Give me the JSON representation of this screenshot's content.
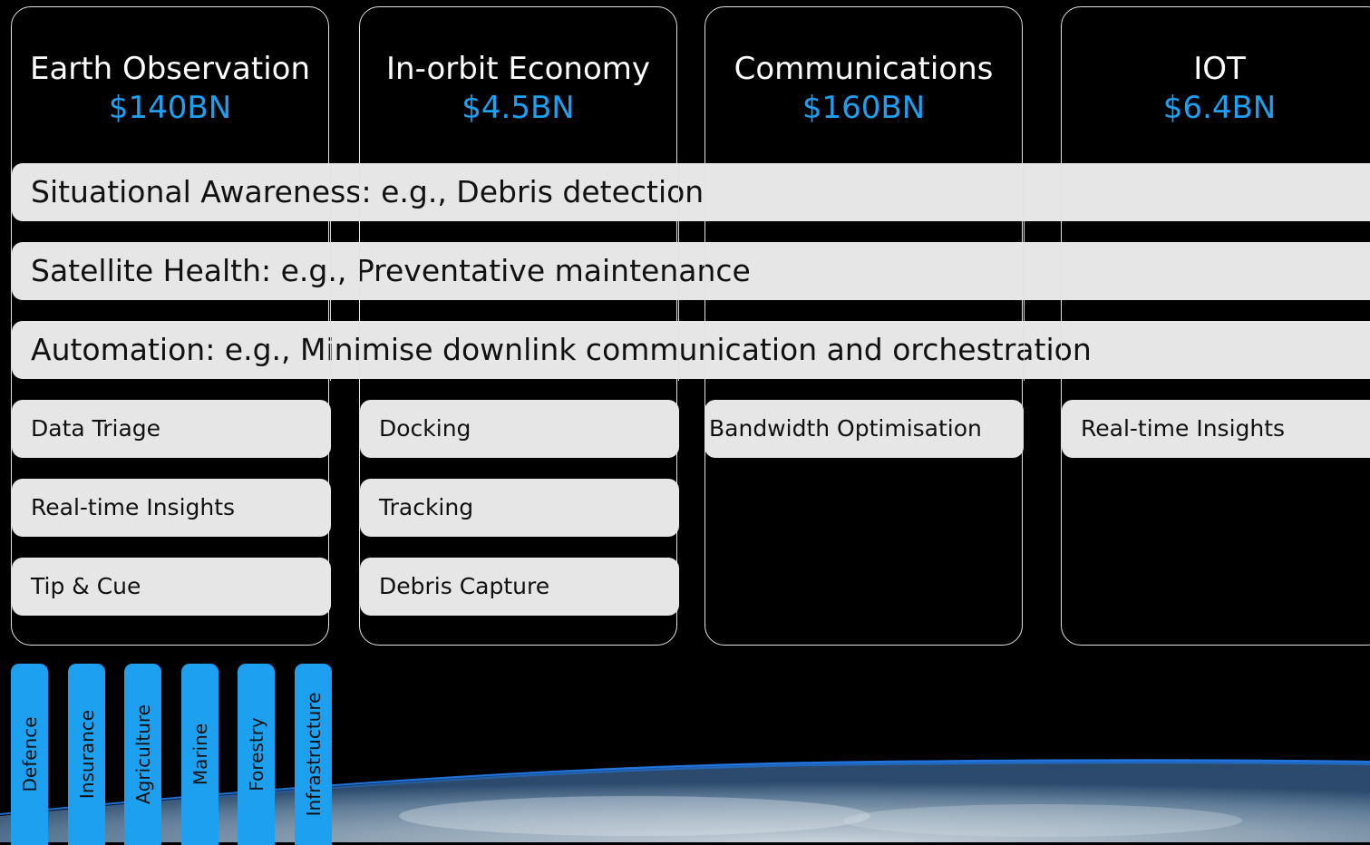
{
  "markets": [
    {
      "title": "Earth Observation",
      "value": "$140BN"
    },
    {
      "title": "In-orbit Economy",
      "value": "$4.5BN"
    },
    {
      "title": "Communications",
      "value": "$160BN"
    },
    {
      "title": "IOT",
      "value": "$6.4BN"
    }
  ],
  "bands": [
    "Situational Awareness: e.g., Debris detection",
    "Satellite Health: e.g., Preventative maintenance",
    "Automation: e.g., Minimise downlink communication and orchestration"
  ],
  "capabilities": {
    "earth_observation": [
      "Data Triage",
      "Real-time Insights",
      "Tip & Cue"
    ],
    "in_orbit_economy": [
      "Docking",
      "Tracking",
      "Debris Capture"
    ],
    "communications": [
      "Bandwidth Optimisation"
    ],
    "iot": [
      "Real-time Insights"
    ]
  },
  "sectors": [
    "Defence",
    "Insurance",
    "Agriculture",
    "Marine",
    "Forestry",
    "Infrastructure"
  ],
  "colors": {
    "accent": "#1ea0f0",
    "panel": "#e6e6e6",
    "background": "#000000"
  }
}
